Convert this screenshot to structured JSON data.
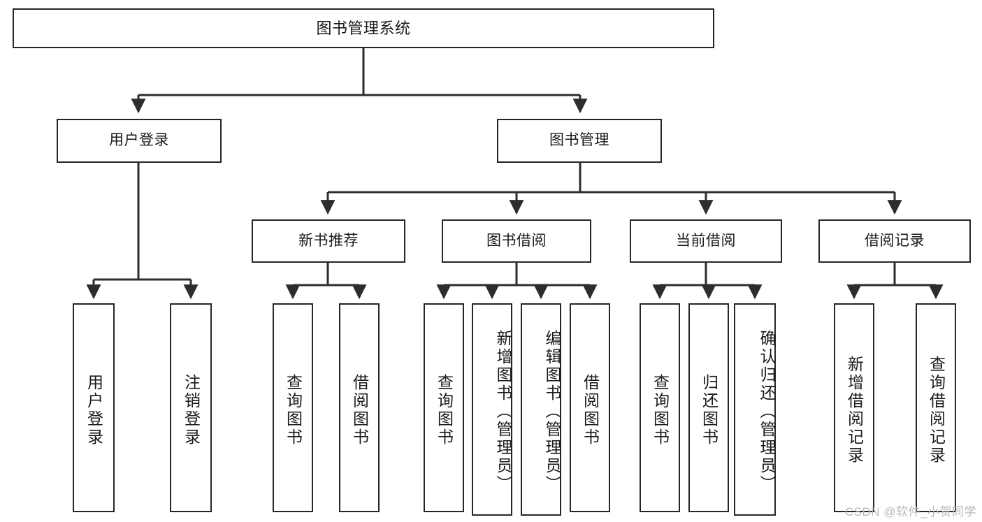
{
  "diagram": {
    "type": "tree",
    "title": "图书管理系统",
    "watermark": "CSDN @软件_小贺同学",
    "colors": {
      "border": "#262626",
      "background": "#ffffff",
      "text": "#1a1a1a",
      "watermark": "#b9b9b9"
    },
    "nodes": {
      "root": {
        "label": "图书管理系统"
      },
      "level2": [
        {
          "label": "用户登录"
        },
        {
          "label": "图书管理"
        }
      ],
      "level3": [
        {
          "label": "新书推荐"
        },
        {
          "label": "图书借阅"
        },
        {
          "label": "当前借阅"
        },
        {
          "label": "借阅记录"
        }
      ],
      "leaves": {
        "user_login": [
          {
            "label": "用户登录"
          },
          {
            "label": "注销登录"
          }
        ],
        "new_book_recommend": [
          {
            "label": "查询图书"
          },
          {
            "label": "借阅图书"
          }
        ],
        "book_borrow": [
          {
            "label": "查询图书"
          },
          {
            "label": "新增图书（管理员）"
          },
          {
            "label": "编辑图书（管理员）"
          },
          {
            "label": "借阅图书"
          }
        ],
        "current_borrow": [
          {
            "label": "查询图书"
          },
          {
            "label": "归还图书"
          },
          {
            "label": "确认归还（管理员）"
          }
        ],
        "borrow_record": [
          {
            "label": "新增借阅记录"
          },
          {
            "label": "查询借阅记录"
          }
        ]
      }
    }
  }
}
